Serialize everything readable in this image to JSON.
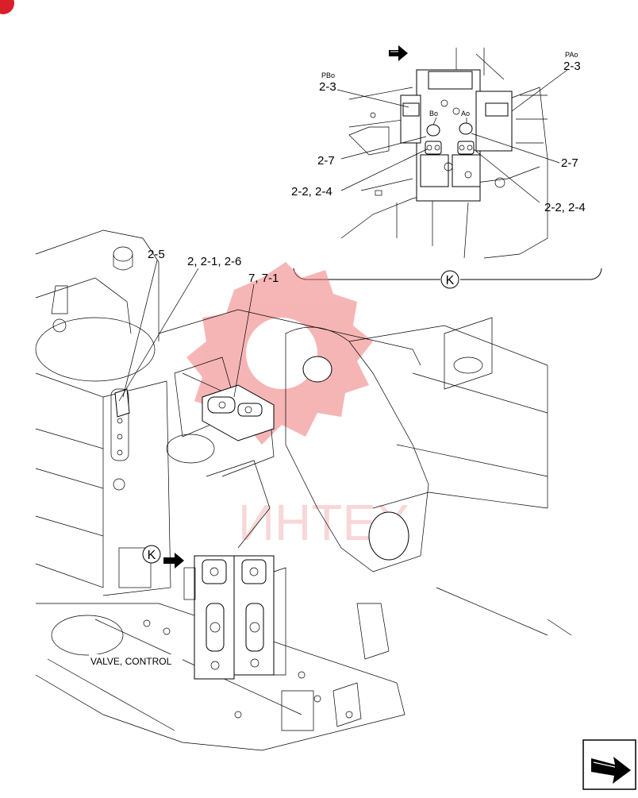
{
  "callouts": {
    "pbo_port": "PBo",
    "pao_port": "PAo",
    "bo_port": "Bo",
    "ao_port": "Ao",
    "ref_2_3_left": "2-3",
    "ref_2_3_right": "2-3",
    "ref_2_7_left": "2-7",
    "ref_2_7_right": "2-7",
    "ref_2_2_2_4_left": "2-2, 2-4",
    "ref_2_2_2_4_right": "2-2, 2-4",
    "ref_2_5": "2-5",
    "ref_2_2_1_2_6": "2, 2-1, 2-6",
    "ref_7_7_1": "7, 7-1",
    "valve_control": "VALVE, CONTROL"
  },
  "detail_view": {
    "letter": "K"
  },
  "view_marker": {
    "letter": "K"
  },
  "watermark": {
    "text": "ИНТЕХ",
    "color": "#f2b8b8",
    "gear_color": "#f07a7a"
  },
  "corner_badge_color": "#d91f2a",
  "icons": [
    "view-direction-arrow-icon",
    "nav-arrow-icon"
  ]
}
